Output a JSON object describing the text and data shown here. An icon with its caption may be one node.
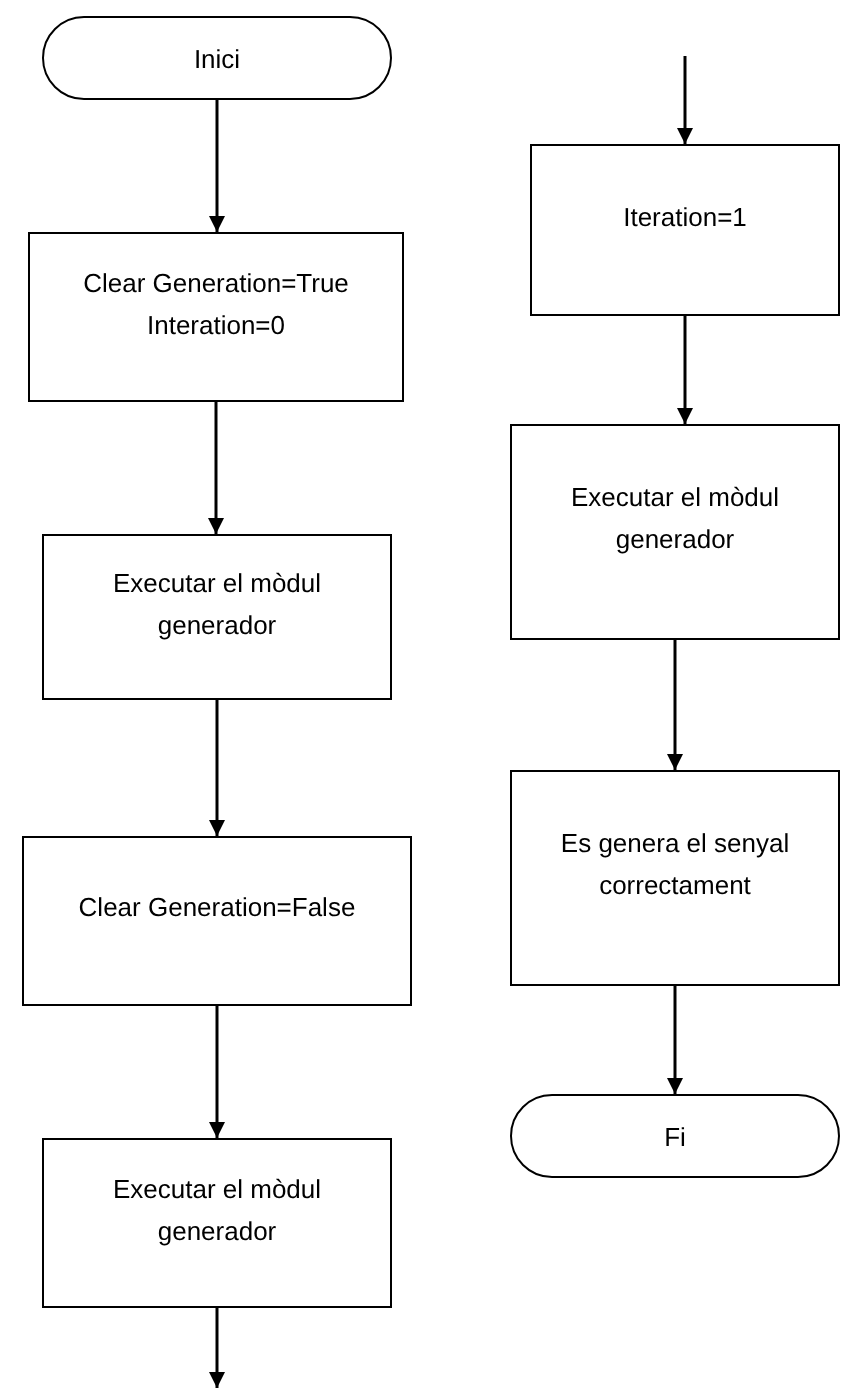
{
  "diagram": {
    "nodes": [
      {
        "text": [
          "Inici"
        ]
      },
      {
        "text": [
          "Clear Generation=True Interation=0"
        ]
      },
      {
        "text": [
          "Executar el mòdul generador"
        ]
      },
      {
        "text": [
          "Clear Generation=False"
        ]
      },
      {
        "text": [
          "Executar el mòdul generador"
        ]
      },
      {
        "text": [
          "Iteration=1"
        ]
      },
      {
        "text": [
          "Executar el mòdul generador"
        ]
      },
      {
        "text": [
          "Es genera el senyal correctament"
        ]
      },
      {
        "text": [
          "Fi"
        ]
      }
    ],
    "edges": [
      {
        "from": 0,
        "to": 1,
        "arrow": "to"
      },
      {
        "from": 1,
        "to": 2,
        "arrow": "to"
      },
      {
        "from": 2,
        "to": 3,
        "arrow": "to"
      },
      {
        "from": 3,
        "to": 4,
        "arrow": "to"
      },
      {
        "from": 4,
        "to": null,
        "arrow": "to"
      },
      {
        "from": null,
        "to": 5,
        "arrow": "to"
      },
      {
        "from": 5,
        "to": 6,
        "arrow": "to"
      },
      {
        "from": 6,
        "to": 7,
        "arrow": "to"
      },
      {
        "from": 7,
        "to": 8,
        "arrow": "to"
      }
    ]
  }
}
